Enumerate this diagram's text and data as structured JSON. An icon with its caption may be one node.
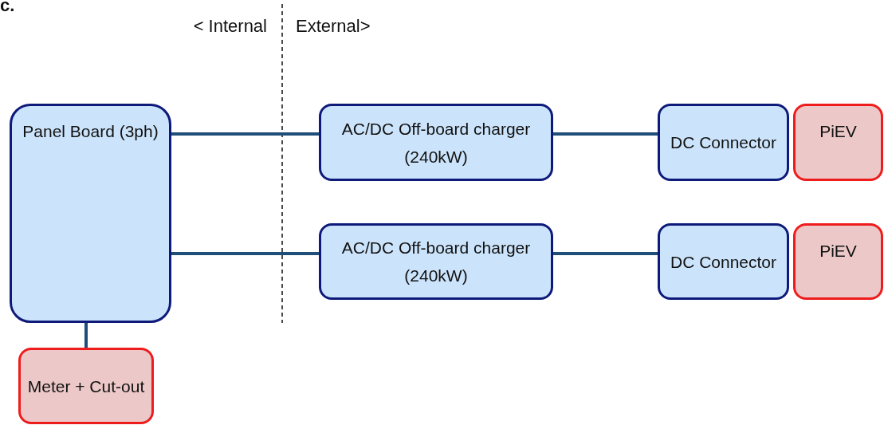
{
  "diagram": {
    "nodes": [
      {
        "text": [
          "Panel Board (3ph)"
        ]
      },
      {
        "text": [
          "AC/DC Off-board charger (240kW)"
        ]
      },
      {
        "text": [
          "DC Connector"
        ]
      },
      {
        "text": [
          "PiEV"
        ]
      },
      {
        "text": [
          "AC/DC Off-board charger (240kW)"
        ]
      },
      {
        "text": [
          "DC Connector"
        ]
      },
      {
        "text": [
          "PiEV"
        ]
      },
      {
        "text": [
          "Meter + Cut-out"
        ]
      }
    ],
    "edges": [
      {
        "from": 0,
        "to": 1,
        "arrow": "none"
      },
      {
        "from": 1,
        "to": 2,
        "arrow": "none"
      },
      {
        "from": 0,
        "to": 4,
        "arrow": "none"
      },
      {
        "from": 4,
        "to": 5,
        "arrow": "none"
      },
      {
        "from": 0,
        "to": 7,
        "arrow": "none"
      }
    ],
    "labels": [
      "c.",
      "< Internal",
      "External>"
    ]
  }
}
